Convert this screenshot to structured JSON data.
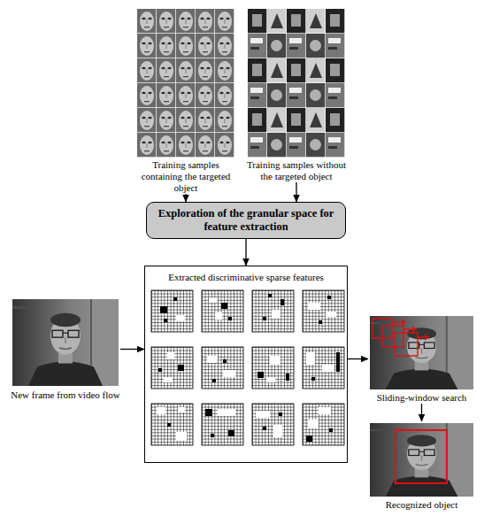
{
  "diagram": {
    "nodes": [
      {
        "text": [
          "Training samples containing the targeted object"
        ]
      },
      {
        "text": [
          "Training samples without the targeted object"
        ]
      },
      {
        "text": [
          "Exploration of the granular space for feature extraction"
        ]
      },
      {
        "text": [
          "Extracted discriminative sparse features"
        ]
      },
      {
        "text": [
          "New frame from video flow"
        ]
      },
      {
        "text": [
          "Sliding-window search"
        ]
      },
      {
        "text": [
          "Recognized object"
        ]
      }
    ],
    "edges": [
      {
        "from": 0,
        "to": 2,
        "arrow": "to"
      },
      {
        "from": 1,
        "to": 2,
        "arrow": "to"
      },
      {
        "from": 2,
        "to": 3,
        "arrow": "to"
      },
      {
        "from": 4,
        "to": 3,
        "arrow": "to"
      },
      {
        "from": 3,
        "to": 5,
        "arrow": "to"
      },
      {
        "from": 5,
        "to": 6,
        "arrow": "to"
      }
    ]
  }
}
